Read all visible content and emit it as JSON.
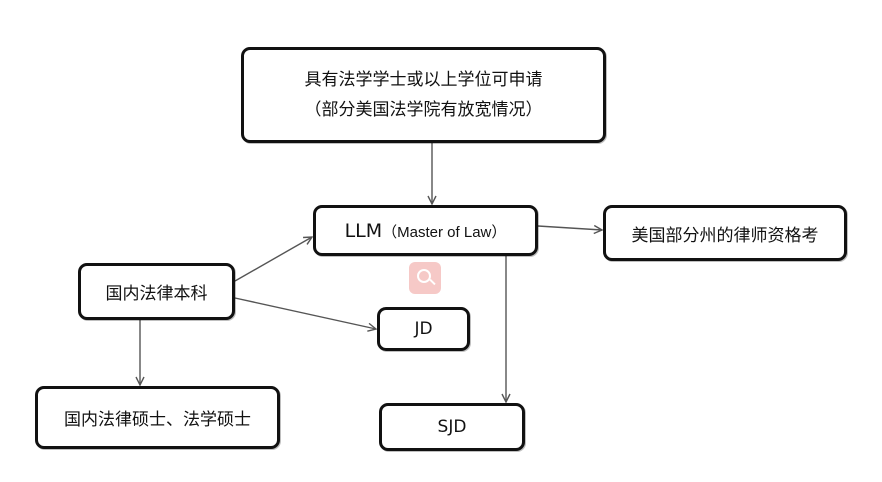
{
  "diagram": {
    "nodes": {
      "top": {
        "line1": "具有法学学士或以上学位可申请",
        "line2": "（部分美国法学院有放宽情况）"
      },
      "llm": {
        "abbr": "LLM",
        "rest": "（Master of Law）"
      },
      "us_bar": "美国部分州的律师资格考",
      "domestic_undergrad": "国内法律本科",
      "jd": "JD",
      "domestic_master": "国内法律硕士、法学硕士",
      "sjd": "SJD"
    },
    "edges": [
      {
        "from": "top",
        "to": "llm"
      },
      {
        "from": "llm",
        "to": "us_bar"
      },
      {
        "from": "domestic_undergrad",
        "to": "llm"
      },
      {
        "from": "domestic_undergrad",
        "to": "jd"
      },
      {
        "from": "domestic_undergrad",
        "to": "domestic_master"
      },
      {
        "from": "llm",
        "to": "sjd"
      }
    ],
    "line_color": "#555555",
    "border_color": "#111111",
    "watermark": "search-icon"
  }
}
